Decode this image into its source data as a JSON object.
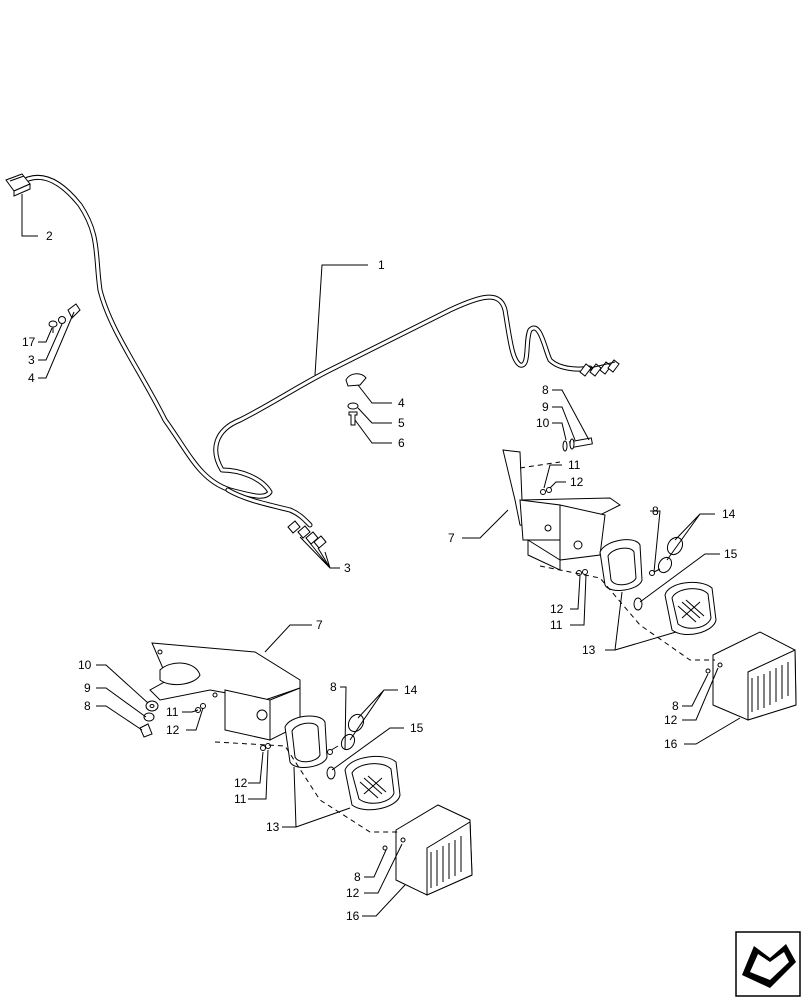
{
  "callouts": {
    "c1": "1",
    "c2": "2",
    "c17": "17",
    "c3a": "3",
    "c4a": "4",
    "c4b": "4",
    "c5": "5",
    "c6": "6",
    "c3b": "3",
    "r8a": "8",
    "r9": "9",
    "r10": "10",
    "r11a": "11",
    "r12a": "12",
    "r7": "7",
    "r8b": "8",
    "r14": "14",
    "r15": "15",
    "r12b": "12",
    "r11b": "11",
    "r13": "13",
    "r8c": "8",
    "r12c": "12",
    "r16": "16",
    "l7": "7",
    "l10": "10",
    "l9": "9",
    "l8a": "8",
    "l11a": "11",
    "l12a": "12",
    "l8b": "8",
    "l14": "14",
    "l15": "15",
    "l12b": "12",
    "l11b": "11",
    "l13": "13",
    "l8c": "8",
    "l12c": "12",
    "l16": "16"
  },
  "icons": {
    "nav": "next-page-arrow-icon"
  }
}
